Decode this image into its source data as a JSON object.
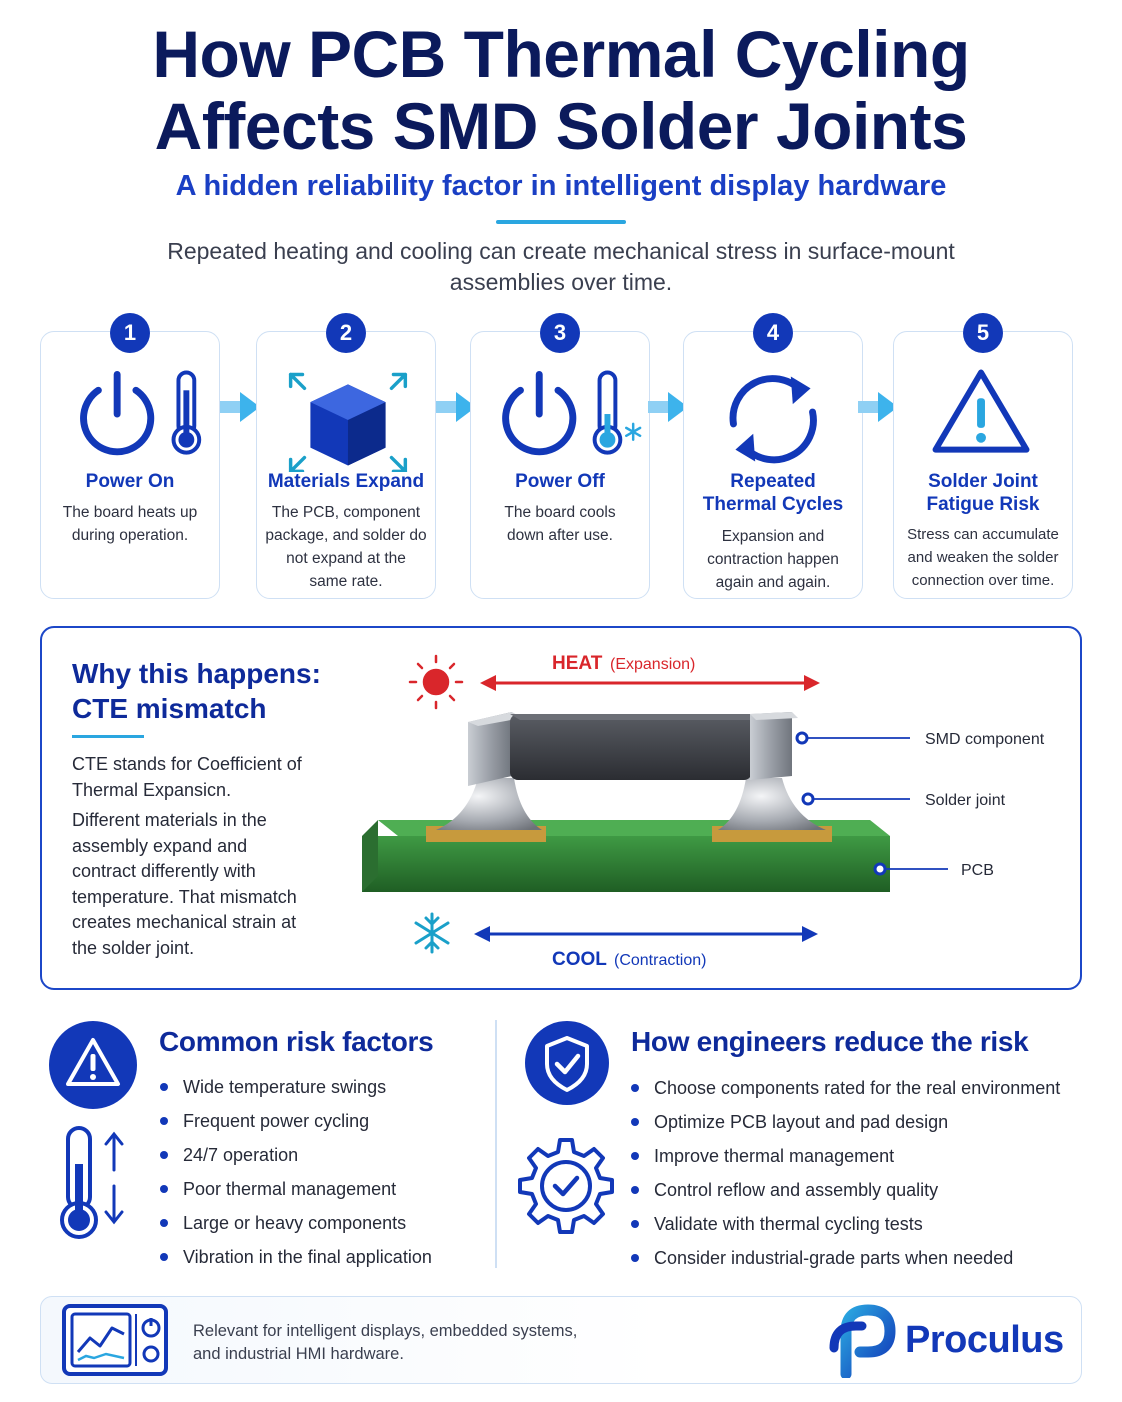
{
  "header": {
    "title_line1": "How PCB Thermal Cycling",
    "title_line2": "Affects SMD Solder Joints",
    "subtitle": "A hidden reliability factor in intelligent display hardware",
    "intro_line1": "Repeated heating and cooling can create mechanical stress in surface-mount",
    "intro_line2": "assemblies over time."
  },
  "steps": [
    {
      "num": "1",
      "title_line1": "Power On",
      "title_line2": "",
      "text": [
        "The board heats up",
        "during operation."
      ],
      "icons": [
        "power-icon",
        "thermometer-icon"
      ]
    },
    {
      "num": "2",
      "title_line1": "Materials Expand",
      "title_line2": "",
      "text": [
        "The PCB, component",
        "package, and solder do",
        "not expand at the",
        "same rate."
      ],
      "icons": [
        "expanding-cube-icon"
      ]
    },
    {
      "num": "3",
      "title_line1": "Power Off",
      "title_line2": "",
      "text": [
        "The board cools",
        "down after use."
      ],
      "icons": [
        "power-icon",
        "thermometer-icon",
        "snowflake-icon"
      ]
    },
    {
      "num": "4",
      "title_line1": "Repeated",
      "title_line2": "Thermal Cycles",
      "text": [
        "Expansion and",
        "contraction happen",
        "again and again."
      ],
      "icons": [
        "cycle-arrows-icon"
      ]
    },
    {
      "num": "5",
      "title_line1": "Solder Joint",
      "title_line2": "Fatigue Risk",
      "text": [
        "Stress can accumulate",
        "and weaken the solder",
        "connection over time."
      ],
      "icons": [
        "warning-icon"
      ]
    }
  ],
  "cte": {
    "title_line1": "Why this happens:",
    "title_line2": "CTE mismatch",
    "para1_lines": [
      "CTE stands for Coefficient of",
      "Thermal Expansicn."
    ],
    "para2_lines": [
      "Different materials in the",
      "assembly expand and",
      "contract differently with",
      "temperature. That mismatch",
      "creates mechanical strain at",
      "the solder joint."
    ],
    "heat_label": "HEAT",
    "heat_sub": "(Expansion)",
    "cool_label": "COOL",
    "cool_sub": "(Contraction)",
    "callouts": {
      "component": "SMD component",
      "joint": "Solder joint",
      "pcb": "PCB"
    },
    "colors": {
      "heat": "#d9262b",
      "cool": "#1238b8",
      "pcb": "#2f7d32",
      "pad": "#c79a3d"
    }
  },
  "risks": {
    "title": "Common risk factors",
    "items": [
      "Wide temperature swings",
      "Frequent power cycling",
      "24/7 operation",
      "Poor thermal management",
      "Large or heavy components",
      "Vibration in the final application"
    ]
  },
  "mitigation": {
    "title": "How engineers reduce the risk",
    "items": [
      "Choose components rated for the real environment",
      "Optimize PCB layout and pad design",
      "Improve thermal management",
      "Control reflow and assembly quality",
      "Validate with thermal cycling tests",
      "Consider industrial-grade parts when needed"
    ]
  },
  "footer": {
    "text_line1": "Relevant for intelligent displays, embedded systems,",
    "text_line2": "and industrial HMI hardware.",
    "brand": "Proculus"
  },
  "theme": {
    "navy": "#0b1a5c",
    "accent": "#1238b8",
    "cyan": "#2aa6e0"
  }
}
